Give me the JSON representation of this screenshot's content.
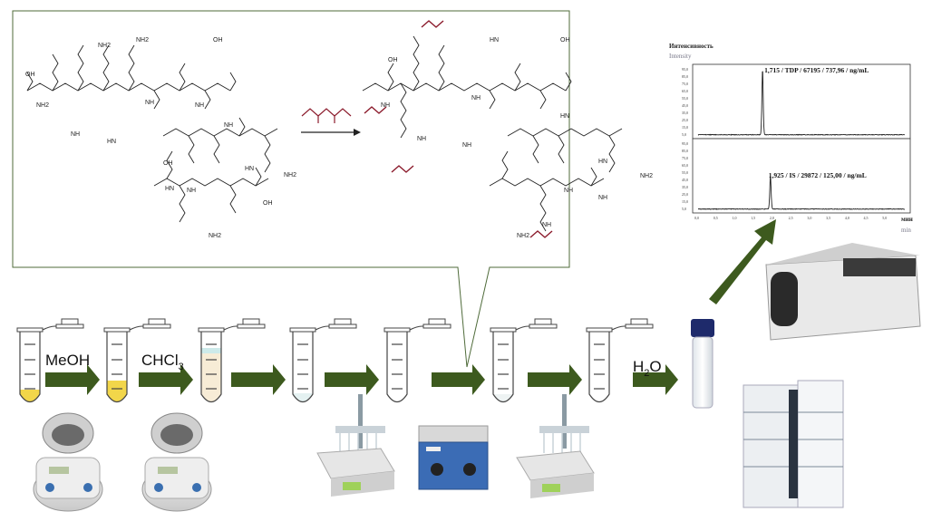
{
  "reagents": {
    "methanol": "MeOH",
    "chloroform": "CHCl",
    "chloroform_sub": "3",
    "water": "H",
    "water_sub": "2",
    "water_end": "O"
  },
  "reaction": {
    "reactant_groups": [
      "OH",
      "NH2",
      "NH2",
      "NH",
      "NH2",
      "HN",
      "NH",
      "OH",
      "NH",
      "NH",
      "NH2",
      "HN",
      "HN",
      "NH2",
      "OH",
      "OH",
      "NH"
    ],
    "product_groups": [
      "OH",
      "NH",
      "NH",
      "HN",
      "NH",
      "NH",
      "OH",
      "NH2",
      "HN",
      "NH",
      "NH",
      "NH2",
      "HN",
      "NH"
    ],
    "modified_group_color": "#8b1a2b"
  },
  "chromatogram": {
    "ylabel_ru": "Интенсивность",
    "ylabel_en": "Intensity",
    "xlabel_ru": "мин",
    "xlabel_en": "min",
    "x_ticks": [
      "0,0",
      "0,5",
      "1,0",
      "1,5",
      "2,0",
      "2,5",
      "3,0",
      "3,5",
      "4,0",
      "4,5",
      "5,0"
    ],
    "y_ticks": [
      "95,0",
      "85,0",
      "75,0",
      "65,0",
      "55,0",
      "45,0",
      "35,0",
      "25,0",
      "15,0",
      "5,0"
    ],
    "peaks": [
      {
        "label": "1,715 / TDP / 67195 / 737,96 / ng/mL",
        "rt": 1.715,
        "height": 95
      },
      {
        "label": "1,925 / IS / 29872 / 125,00 / ng/mL",
        "rt": 1.925,
        "height": 48
      }
    ]
  },
  "chart_data": {
    "type": "line",
    "xlabel": "мин / min",
    "ylabel": "Интенсивность / Intensity",
    "xlim": [
      0,
      5.5
    ],
    "ylim": [
      0,
      100
    ],
    "series": [
      {
        "name": "1,715 / TDP / 67195 / 737,96 / ng/mL",
        "peak_x": 1.715,
        "peak_y": 95
      },
      {
        "name": "1,925 / IS / 29872 / 125,00 / ng/mL",
        "peak_x": 1.925,
        "peak_y": 48
      }
    ]
  },
  "colors": {
    "arrow": "#3d5a1e",
    "callout_border": "#4f6b3a",
    "sample_yellow": "#f2d64a"
  }
}
